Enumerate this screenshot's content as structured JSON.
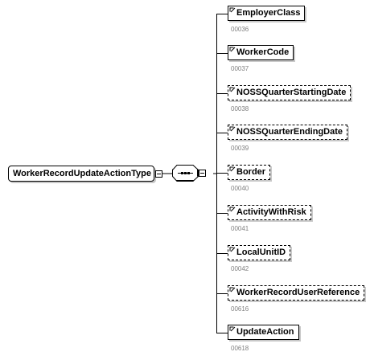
{
  "root": {
    "label": "WorkerRecordUpdateActionType"
  },
  "compositor": {
    "kind": "sequence"
  },
  "elements": [
    {
      "name": "EmployerClass",
      "code": "00036",
      "optional": false
    },
    {
      "name": "WorkerCode",
      "code": "00037",
      "optional": false
    },
    {
      "name": "NOSSQuarterStartingDate",
      "code": "00038",
      "optional": true
    },
    {
      "name": "NOSSQuarterEndingDate",
      "code": "00039",
      "optional": true
    },
    {
      "name": "Border",
      "code": "00040",
      "optional": true
    },
    {
      "name": "ActivityWithRisk",
      "code": "00041",
      "optional": true
    },
    {
      "name": "LocalUnitID",
      "code": "00042",
      "optional": true
    },
    {
      "name": "WorkerRecordUserReference",
      "code": "00616",
      "optional": true
    },
    {
      "name": "UpdateAction",
      "code": "00618",
      "optional": false
    }
  ]
}
